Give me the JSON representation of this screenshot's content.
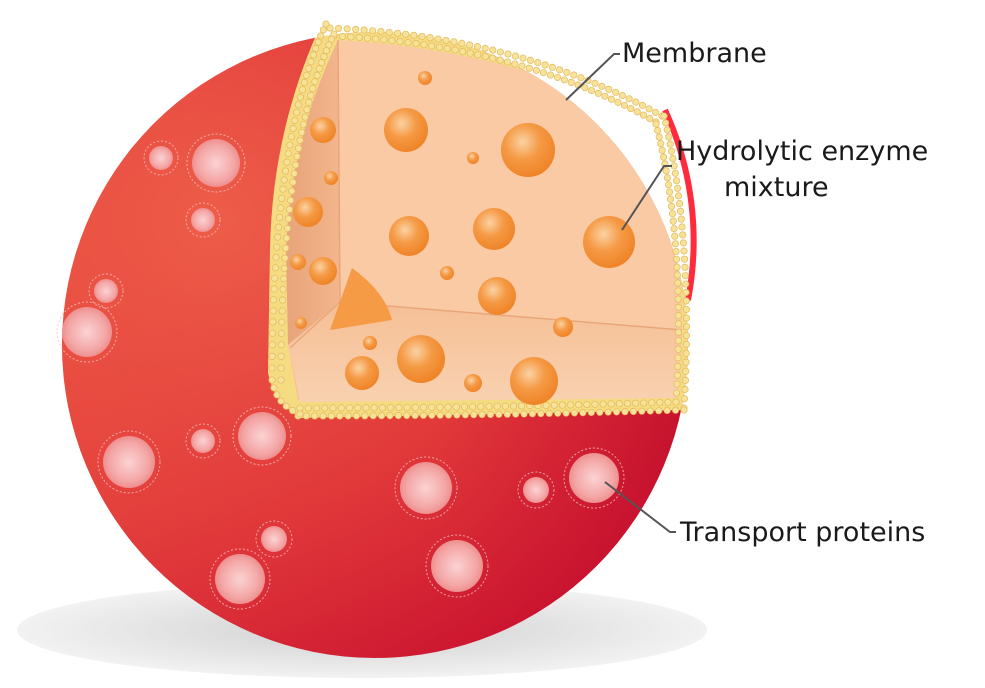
{
  "labels": {
    "membrane": "Membrane",
    "enzyme_line1": "Hydrolytic enzyme",
    "enzyme_line2": "mixture",
    "transport": "Transport proteins"
  },
  "colors": {
    "sphere_light": "#f0644a",
    "sphere_dark": "#c8102e",
    "interior": "#f6b98c",
    "vesicle": "#f28a2e",
    "membrane_bead": "#f5dc82",
    "protein": "#f6b3b3",
    "shadow": "#d8d8d8"
  }
}
